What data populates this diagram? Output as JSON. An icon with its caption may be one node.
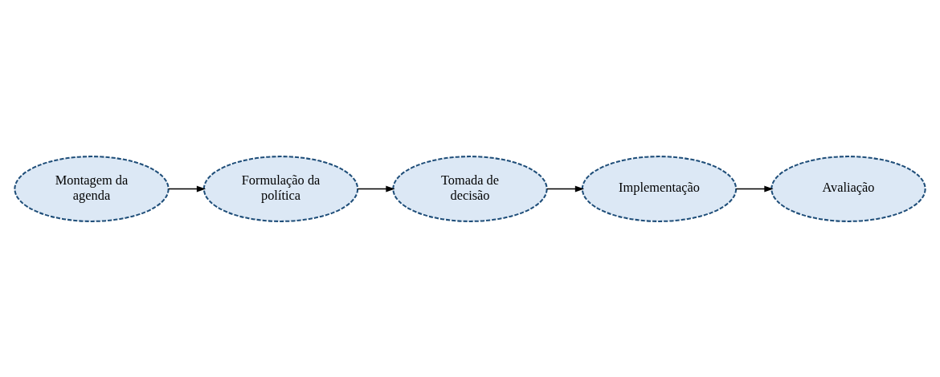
{
  "diagram": {
    "nodes": [
      {
        "text": [
          "Montagem da agenda"
        ]
      },
      {
        "text": [
          "Avaliação"
        ]
      },
      {
        "text": [
          "Formulação da política"
        ]
      },
      {
        "text": [
          "Tomada de decisão"
        ]
      },
      {
        "text": [
          "Implementação"
        ]
      }
    ],
    "edges": [
      {
        "from": 0,
        "to": 2,
        "arrow": "to"
      },
      {
        "from": 2,
        "to": 3,
        "arrow": "to"
      },
      {
        "from": 3,
        "to": 4,
        "arrow": "to"
      },
      {
        "from": 4,
        "to": 1,
        "arrow": "to"
      }
    ]
  }
}
